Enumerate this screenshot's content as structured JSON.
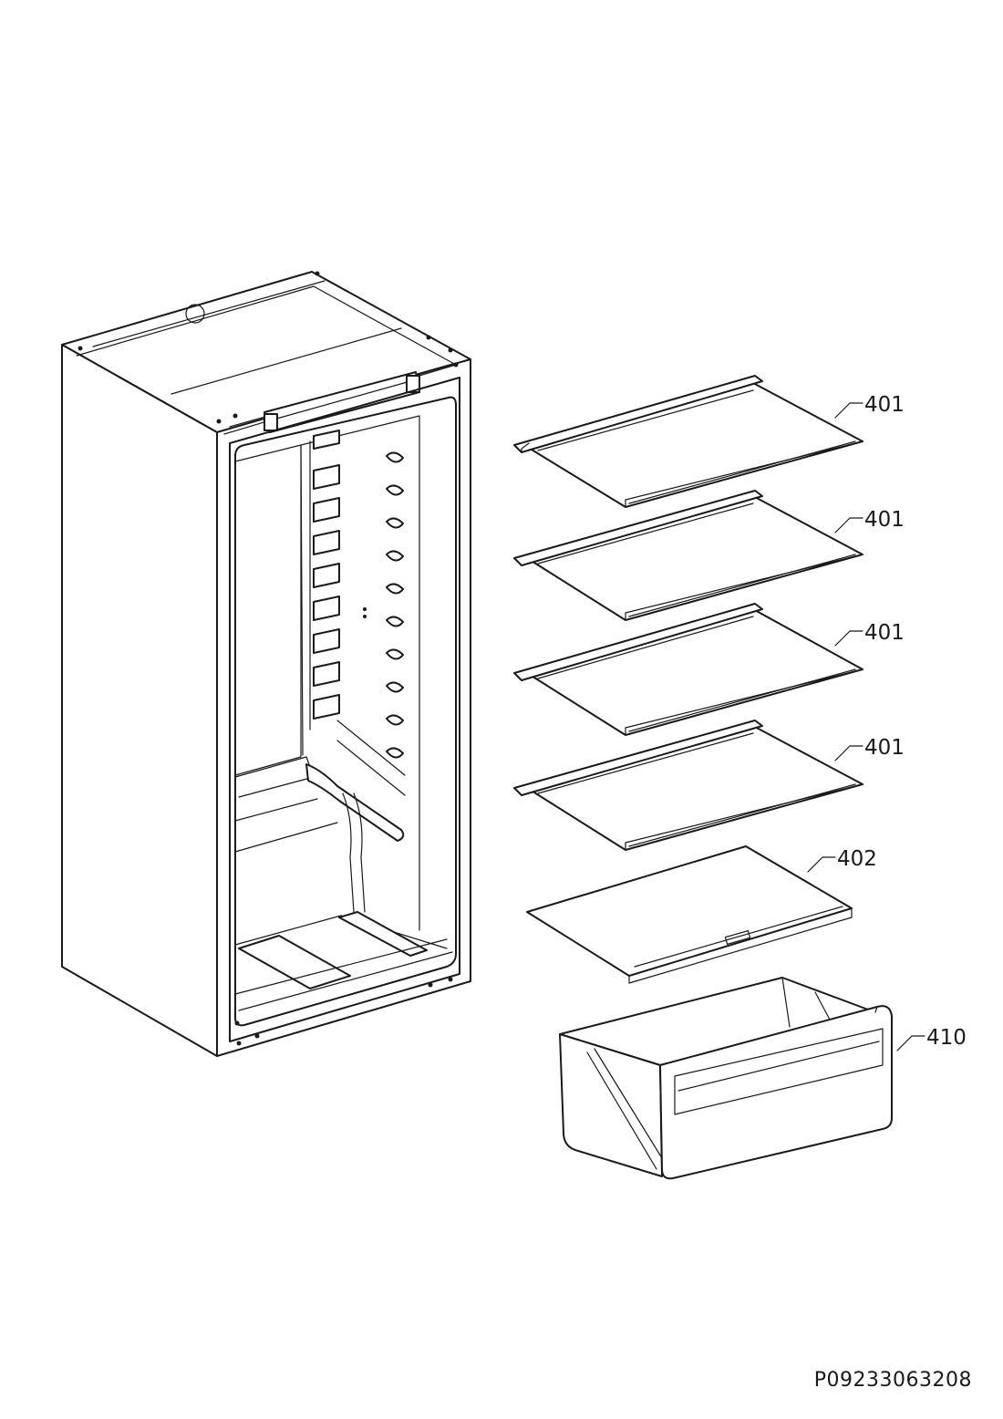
{
  "callouts": {
    "shelf_1": "401",
    "shelf_2": "401",
    "shelf_3": "401",
    "shelf_4": "401",
    "crisper_cover": "402",
    "crisper_drawer": "410"
  },
  "drawing_number": "P09233063208"
}
